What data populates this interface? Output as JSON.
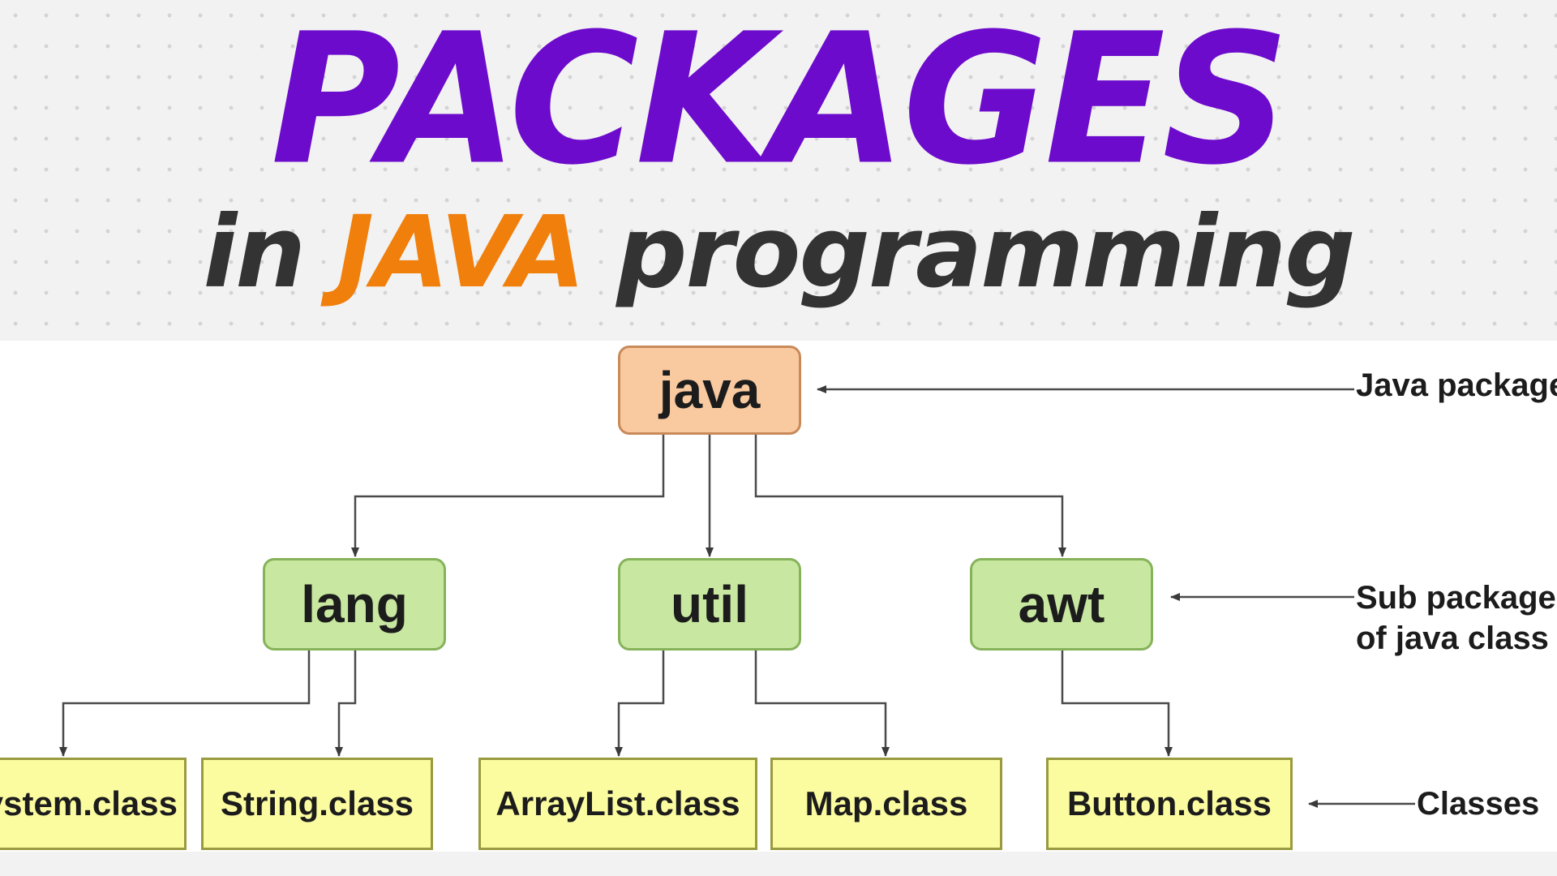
{
  "title": {
    "main": "PACKAGES",
    "line2_in": "in",
    "line2_java": "JAVA",
    "line2_programming": "programming"
  },
  "colors": {
    "title_purple": "#6c0bcb",
    "title_orange": "#f07f0c",
    "title_dark": "#333333",
    "root_fill": "#f9c9a0",
    "sub_fill": "#c8e7a0",
    "class_fill": "#fbfba0"
  },
  "tree": {
    "root": "java",
    "subpackages": [
      "lang",
      "util",
      "awt"
    ],
    "classes": {
      "lang": [
        "System.class",
        "String.class"
      ],
      "util": [
        "ArrayList.class",
        "Map.class"
      ],
      "awt": [
        "Button.class"
      ]
    }
  },
  "nodes": {
    "root": "java",
    "sub_lang": "lang",
    "sub_util": "util",
    "sub_awt": "awt",
    "cls_system": "System.class",
    "cls_string": "String.class",
    "cls_arraylist": "ArrayList.class",
    "cls_map": "Map.class",
    "cls_button": "Button.class"
  },
  "annotations": {
    "java_package": "Java package",
    "sub_packages_line1": "Sub packages",
    "sub_packages_line2": "of java class",
    "classes": "Classes"
  }
}
